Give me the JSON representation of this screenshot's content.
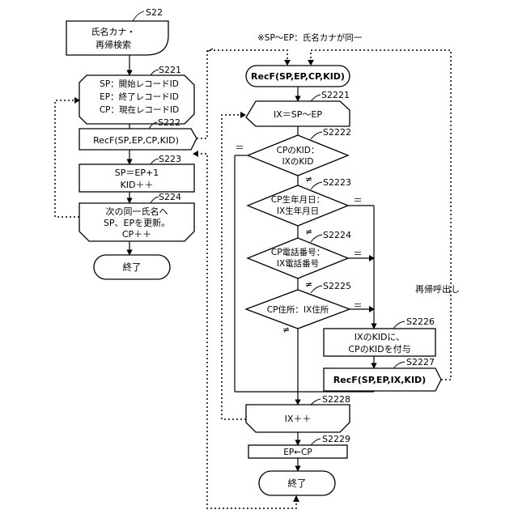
{
  "steps": {
    "s22": "S22",
    "s221": "S221",
    "s222": "S222",
    "s223": "S223",
    "s224": "S224",
    "s2221": "S2221",
    "s2222": "S2222",
    "s2223": "S2223",
    "s2224": "S2224",
    "s2225": "S2225",
    "s2226": "S2226",
    "s2227": "S2227",
    "s2228": "S2228",
    "s2229": "S2229"
  },
  "left": {
    "start_line1": "氏名カナ・",
    "start_line2": "再帰検索",
    "init_line1": "SP：開始レコードID",
    "init_line2": "EP：終了レコードID",
    "init_line3": "CP：現在レコードID",
    "call": "RecF(SP,EP,CP,KID)",
    "update_line1": "SP＝EP+1",
    "update_line2": "KID＋＋",
    "loop_line1": "次の同一氏名へ",
    "loop_line2": "SP、EPを更新。",
    "loop_line3": "CP＋＋",
    "end": "終了"
  },
  "right": {
    "note": "※SP～EP：氏名カナが同一",
    "recf": "RecF(SP,EP,CP,KID)",
    "loop_start": "IX＝SP～EP",
    "cond1_line1": "CPのKID：",
    "cond1_line2": "IXのKID",
    "cond2_line1": "CP生年月日：",
    "cond2_line2": "IX生年月日",
    "cond3_line1": "CP電話番号：",
    "cond3_line2": "IX電話番号",
    "cond4": "CP住所：IX住所",
    "assign_line1": "IXのKIDに、",
    "assign_line2": "CPのKIDを付与",
    "rec_call": "RecF(SP,EP,IX,KID)",
    "recursive_label": "再帰呼出し",
    "loop_end": "IX＋＋",
    "ep_assign": "EP←CP",
    "end": "終了",
    "eq": "＝",
    "neq": "≠"
  }
}
